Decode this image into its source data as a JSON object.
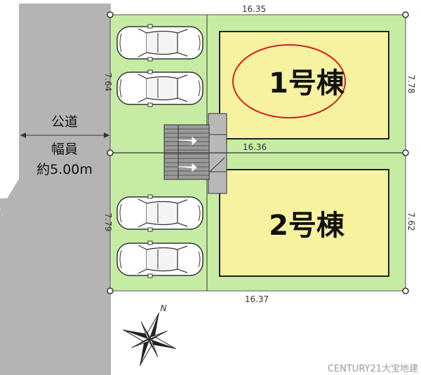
{
  "road": {
    "name": "公道",
    "width_label": "幅員",
    "width_value": "約5.00m"
  },
  "lots": [
    {
      "name": "1号棟",
      "left_dim": "7.64",
      "right_dim": "7.78",
      "top_dim": "16.35"
    },
    {
      "name": "2号棟",
      "left_dim": "7.79",
      "right_dim": "7.62",
      "bottom_dim": "16.37"
    }
  ],
  "shared_dim": "16.36",
  "north_mark": "N",
  "company": "CENTURY21大宝地建",
  "colors": {
    "road": "#b4b4b4",
    "lot": "#c6eca4",
    "building": "#f6f2a0",
    "highlight_ellipse": "#d42020",
    "outline": "#333333"
  },
  "icons": [
    "car-icon",
    "stairs-icon",
    "compass-rose-icon"
  ]
}
